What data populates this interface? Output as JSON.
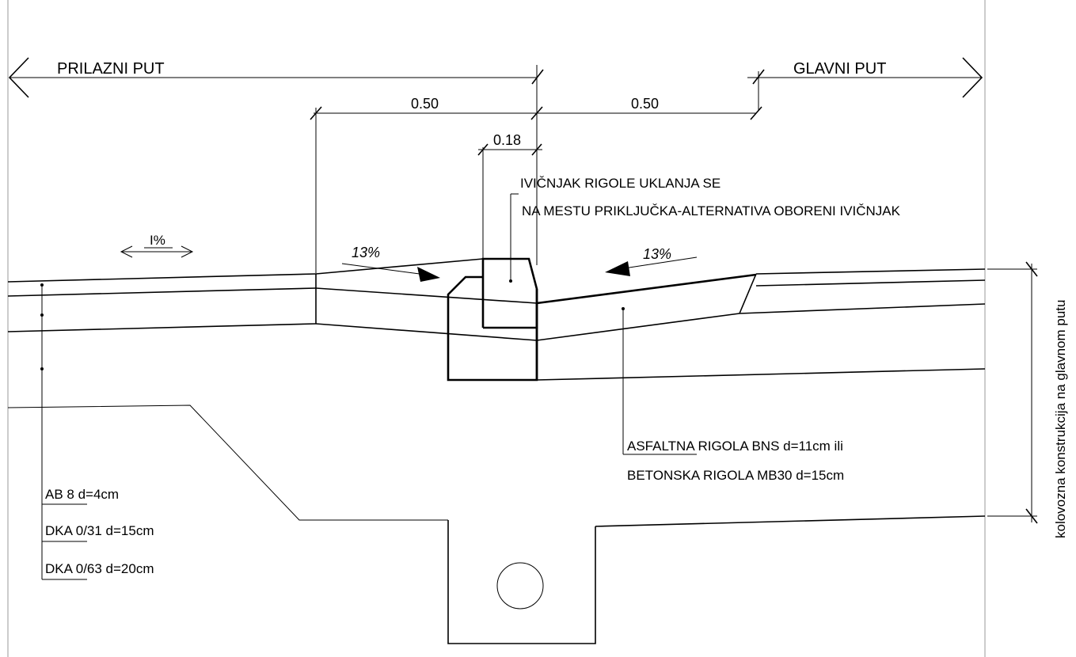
{
  "labels": {
    "left_road": "PRILAZNI PUT",
    "right_road": "GLAVNI PUT",
    "slope_left": "I%",
    "slope_mid_left": "13%",
    "slope_mid_right": "13%",
    "vertical_note": "kolovozna konstrukcija na glavnom putu"
  },
  "dimensions": {
    "left_width": "0.50",
    "right_width": "0.50",
    "curb_width": "0.18"
  },
  "notes": {
    "curb_note_line1": "IVIČNJAK RIGOLE UKLANJA SE",
    "curb_note_line2": "NA MESTU PRIKLJUČKA-ALTERNATIVA OBORENI IVIČNJAK",
    "gutter_note_line1": "ASFALTNA RIGOLA BNS d=11cm ili",
    "gutter_note_line2": "BETONSKA RIGOLA MB30 d=15cm"
  },
  "layers": [
    "AB 8 d=4cm",
    "DKA 0/31 d=15cm",
    "DKA 0/63 d=20cm"
  ]
}
